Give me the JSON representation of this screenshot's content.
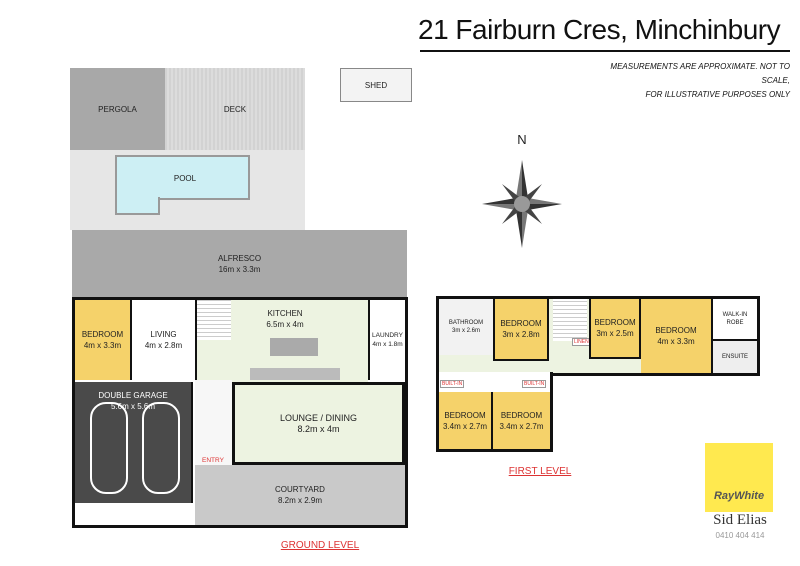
{
  "header": {
    "title": "21 Fairburn Cres, Minchinbury",
    "disclaimer_line1": "MEASUREMENTS ARE APPROXIMATE. NOT TO SCALE,",
    "disclaimer_line2": "FOR ILLUSTRATIVE PURPOSES ONLY"
  },
  "compass": {
    "north": "N"
  },
  "outdoor": {
    "pergola": "PERGOLA",
    "deck": "DECK",
    "shed": "SHED",
    "pool": "POOL",
    "alfresco": "ALFRESCO",
    "alfresco_size": "16m x 3.3m"
  },
  "ground": {
    "bedroom": "BEDROOM",
    "bedroom_size": "4m x 3.3m",
    "living": "LIVING",
    "living_size": "4m x 2.8m",
    "kitchen": "KITCHEN",
    "kitchen_size": "6.5m x 4m",
    "laundry": "LAUNDRY",
    "laundry_size": "4m x 1.8m",
    "garage": "DOUBLE GARAGE",
    "garage_size": "5.6m x 5.6m",
    "lounge": "LOUNGE / DINING",
    "lounge_size": "8.2m x 4m",
    "entry": "ENTRY",
    "courtyard": "COURTYARD",
    "courtyard_size": "8.2m x 2.9m",
    "level_label": "GROUND LEVEL"
  },
  "first": {
    "bathroom": "BATHROOM",
    "bathroom_size": "3m x 2.6m",
    "bed1": "BEDROOM",
    "bed1_size": "3m x 2.8m",
    "bed2": "BEDROOM",
    "bed2_size": "3m x 2.5m",
    "bed3": "BEDROOM",
    "bed3_size": "4m x 3.3m",
    "robe": "WALK-IN ROBE",
    "ensuite": "ENSUITE",
    "bed4": "BEDROOM",
    "bed4_size": "3.4m x 2.7m",
    "bed5": "BEDROOM",
    "bed5_size": "3.4m x 2.7m",
    "builtin": "BUILT-IN",
    "linen": "LINEN",
    "level_label": "FIRST LEVEL"
  },
  "agent": {
    "brand": "RayWhite",
    "name": "Sid Elias",
    "phone": "0410 404 414",
    "brand_color": "#ffe94f"
  }
}
